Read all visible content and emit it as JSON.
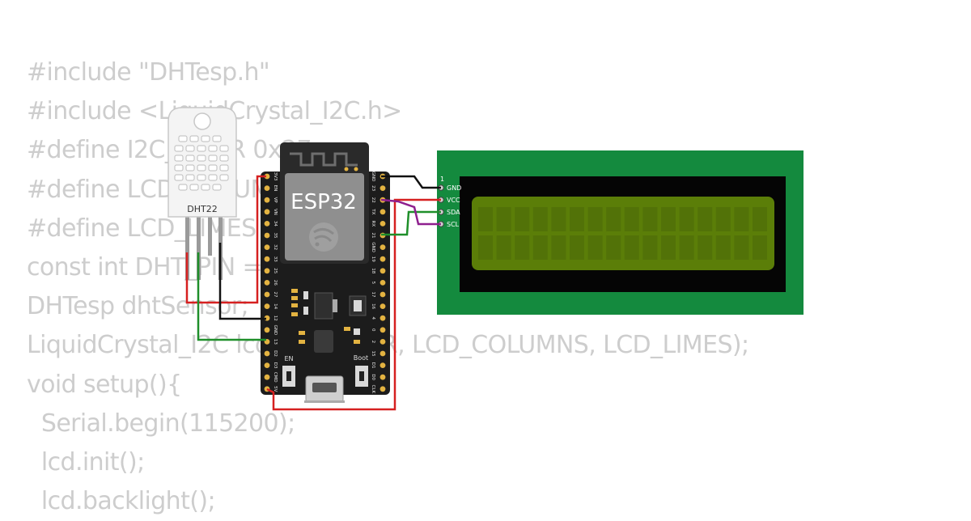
{
  "code_lines": [
    "#include \"DHTesp.h\"",
    "#include <LiquidCrystal_I2C.h>",
    "#define I2C_ADDR 0x27",
    "#define LCD_COLUMNS 16",
    "#define LCD_LIMES 2",
    "const int DHT_PIN = 15;",
    "DHTesp dhtSensor;",
    "LiquidCrystal_I2C lcd(I2C_ADDR, LCD_COLUMNS, LCD_LIMES);",
    "void setup(){",
    "  Serial.begin(115200);",
    "  lcd.init();",
    "  lcd.backlight();"
  ],
  "dht": {
    "label": "DHT22"
  },
  "esp32": {
    "label": "ESP32",
    "left_pins": [
      "3V3",
      "EN",
      "VP",
      "VN",
      "34",
      "35",
      "32",
      "33",
      "25",
      "26",
      "27",
      "14",
      "12",
      "GND",
      "13",
      "D2",
      "D3",
      "CMD",
      "5V"
    ],
    "right_pins": [
      "GND",
      "23",
      "22",
      "TX",
      "RX",
      "21",
      "GND",
      "19",
      "18",
      "5",
      "17",
      "16",
      "4",
      "0",
      "2",
      "15",
      "D1",
      "D0",
      "CLK"
    ],
    "en_label": "EN",
    "boot_label": "Boot"
  },
  "lcd": {
    "pin_number": "1",
    "pins": [
      "GND",
      "VCC",
      "SDA",
      "SCL"
    ]
  },
  "colors": {
    "wire_red": "#d62020",
    "wire_black": "#111111",
    "wire_green": "#1f8f2a",
    "wire_purple": "#8e1f8e",
    "lcd_board": "#148a3e",
    "lcd_screen": "#5b7e08",
    "code_text": "#cdcdcd"
  }
}
